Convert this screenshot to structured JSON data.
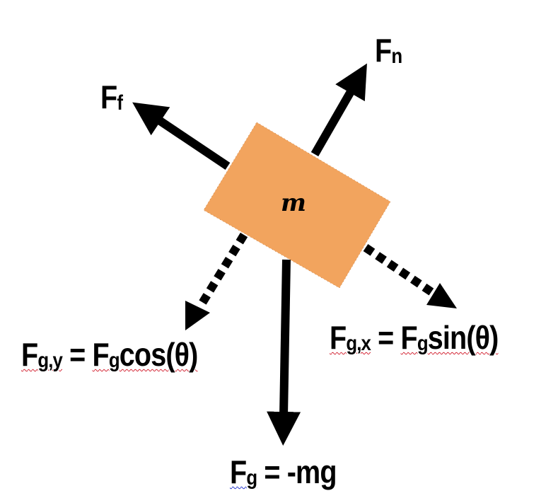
{
  "diagram": {
    "mass_label": "m",
    "box_color": "#f2a45e",
    "normal_force": {
      "main": "F",
      "sub": "n"
    },
    "friction_force": {
      "main": "F",
      "sub": "f"
    },
    "gravity_y": {
      "main": "F",
      "sub": "g,y",
      "eq": " = ",
      "rhs_main": "F",
      "rhs_sub": "g",
      "rhs_rest": "cos(θ)"
    },
    "gravity_x": {
      "main": "F",
      "sub": "g,x",
      "eq": " = ",
      "rhs_main": "F",
      "rhs_sub": "g",
      "rhs_rest": "sin(θ)"
    },
    "gravity": {
      "main": "F",
      "sub": "g",
      "rest": " = -mg"
    }
  }
}
